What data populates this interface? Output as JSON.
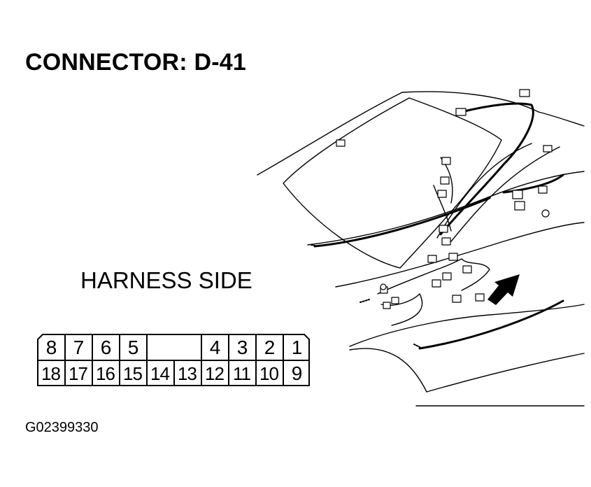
{
  "title": "CONNECTOR: D-41",
  "view_label": "HARNESS SIDE",
  "figure_id": "G02399330",
  "connector": {
    "top_row": [
      "8",
      "7",
      "6",
      "5",
      "",
      "",
      "4",
      "3",
      "2",
      "1"
    ],
    "bottom_row": [
      "18",
      "17",
      "16",
      "15",
      "14",
      "13",
      "12",
      "11",
      "10",
      "9"
    ]
  },
  "drawing": {
    "subject": "vehicle-interior-harness-illustration",
    "arrow": "location-arrow-icon"
  }
}
